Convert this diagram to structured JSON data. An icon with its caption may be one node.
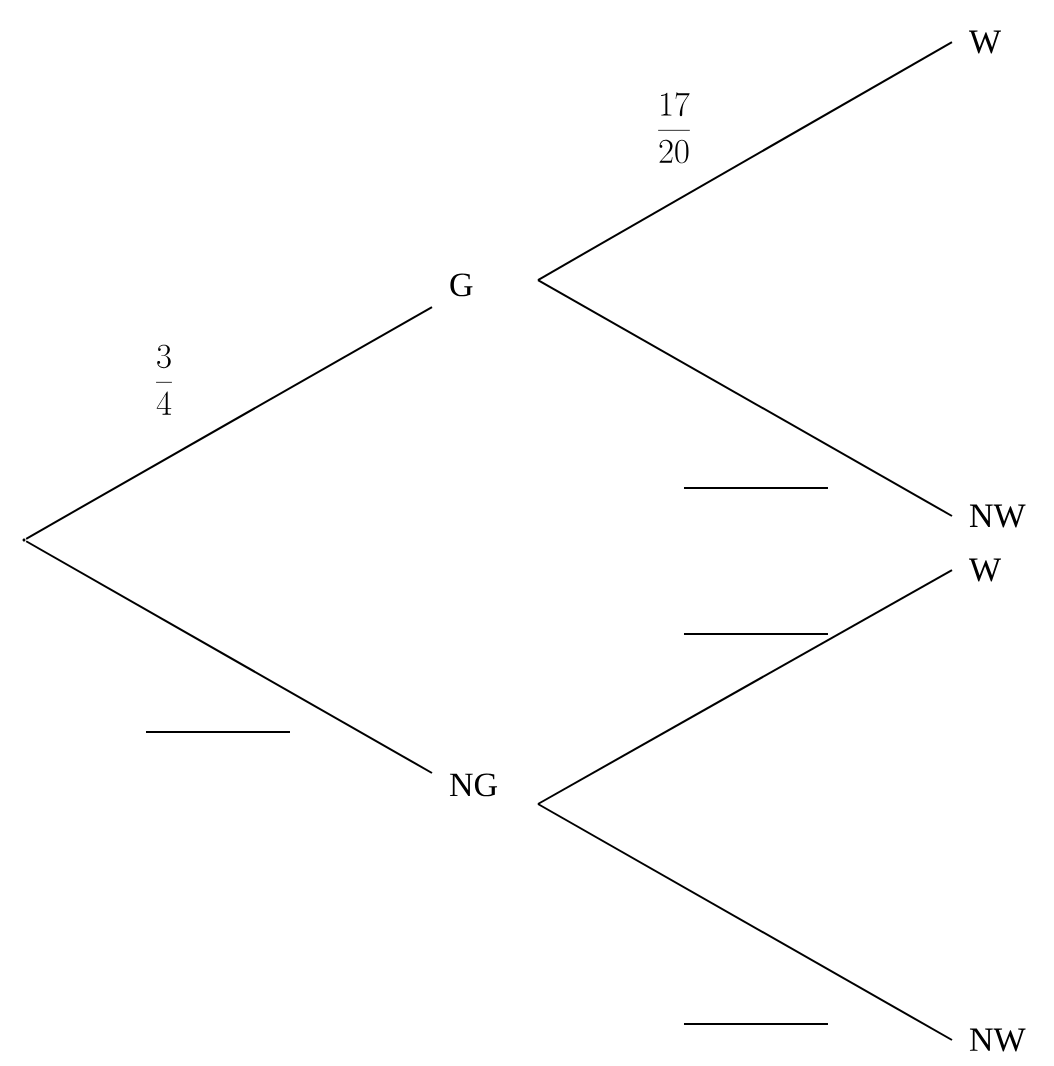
{
  "diagram": {
    "nodes": [
      {
        "text": [],
        "shape": "point"
      },
      {
        "text": [
          "G"
        ]
      },
      {
        "text": [
          "NG"
        ]
      },
      {
        "text": [
          "W"
        ]
      },
      {
        "text": [
          "NW"
        ]
      },
      {
        "text": [
          "W"
        ]
      },
      {
        "text": [
          "NW"
        ]
      }
    ],
    "edges": [
      {
        "from": 0,
        "to": 1,
        "arrow": "none",
        "label": "\\frac{3}{4}"
      },
      {
        "from": 0,
        "to": 2,
        "arrow": "none"
      },
      {
        "from": 1,
        "to": 3,
        "arrow": "none",
        "label": "\\frac{17}{20}"
      },
      {
        "from": 1,
        "to": 4,
        "arrow": "none"
      },
      {
        "from": 2,
        "to": 5,
        "arrow": "none"
      },
      {
        "from": 2,
        "to": 6,
        "arrow": "none"
      }
    ]
  }
}
